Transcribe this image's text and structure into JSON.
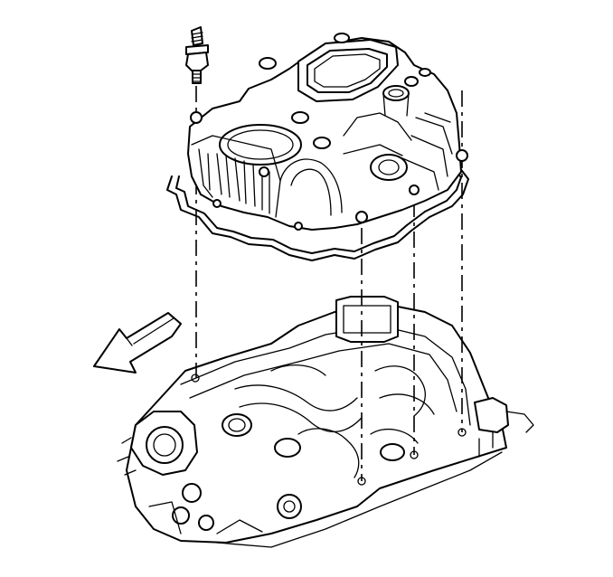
{
  "figure": {
    "parts": [
      "upper-intake-manifold",
      "manifold-gasket",
      "manifold-stud-bolt",
      "lower-intake-manifold",
      "front-direction-arrow"
    ],
    "alignment_lines": 4,
    "colors": {
      "ink": "#000000",
      "paper": "#ffffff"
    }
  }
}
